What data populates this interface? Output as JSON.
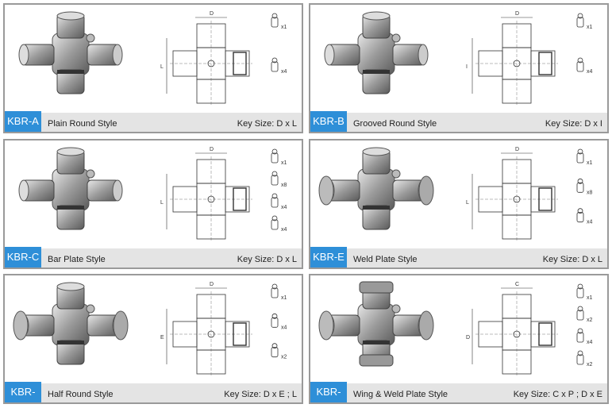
{
  "panels": [
    {
      "code": "KBR-A",
      "style": "Plain Round Style",
      "key_size": "Key Size: D x L",
      "dims": [
        "D",
        "L"
      ],
      "parts": [
        {
          "icon": "grease-nipple-icon",
          "qty": "x1"
        },
        {
          "icon": "snap-ring-icon",
          "qty": "x4"
        }
      ]
    },
    {
      "code": "KBR-B",
      "style": "Grooved Round Style",
      "key_size": "Key Size: D x I",
      "dims": [
        "D",
        "I"
      ],
      "parts": [
        {
          "icon": "grease-nipple-icon",
          "qty": "x1"
        },
        {
          "icon": "snap-ring-icon",
          "qty": "x4"
        }
      ]
    },
    {
      "code": "KBR-C",
      "style": "Bar Plate Style",
      "key_size": "Key Size: D x L",
      "dims": [
        "D",
        "L"
      ],
      "parts": [
        {
          "icon": "grease-nipple-icon",
          "qty": "x1"
        },
        {
          "icon": "bolt-icon",
          "qty": "x8"
        },
        {
          "icon": "lock-plate-icon",
          "qty": "x4"
        },
        {
          "icon": "bar-plate-icon",
          "qty": "x4"
        }
      ]
    },
    {
      "code": "KBR-E",
      "style": "Weld Plate Style",
      "key_size": "Key Size: D x L",
      "dims": [
        "D",
        "L"
      ],
      "parts": [
        {
          "icon": "grease-nipple-icon",
          "qty": "x1"
        },
        {
          "icon": "bolt-icon",
          "qty": "x8"
        },
        {
          "icon": "lock-plate-icon",
          "qty": "x4"
        }
      ]
    },
    {
      "code": "KBR-EA",
      "style": "Half Round Style",
      "key_size": "Key Size: D x E ; L",
      "dims": [
        "D",
        "E"
      ],
      "parts": [
        {
          "icon": "grease-nipple-icon",
          "qty": "x1"
        },
        {
          "icon": "bolt-icon",
          "qty": "x4"
        },
        {
          "icon": "lock-plate-icon",
          "qty": "x2"
        }
      ]
    },
    {
      "code": "KBR-GE",
      "style": "Wing & Weld Plate Style",
      "key_size": "Key Size: C x P ; D x E",
      "dims": [
        "C",
        "D"
      ],
      "parts": [
        {
          "icon": "grease-nipple-icon",
          "qty": "x1"
        },
        {
          "icon": "lock-plate-icon",
          "qty": "x2"
        },
        {
          "icon": "bolt-icon",
          "qty": "x4"
        },
        {
          "icon": "u-bolt-icon",
          "qty": "x2"
        }
      ]
    }
  ]
}
